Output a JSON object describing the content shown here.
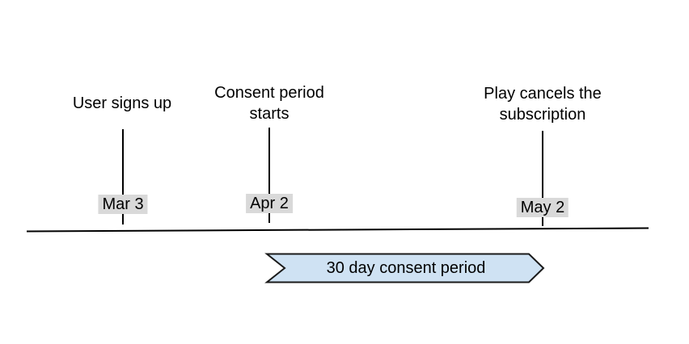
{
  "diagram": {
    "events": [
      {
        "label": "User signs up",
        "date": "Mar 3"
      },
      {
        "label": "Consent period starts",
        "date": "Apr 2"
      },
      {
        "label": "Play cancels the subscription",
        "date": "May 2"
      }
    ],
    "banner": {
      "label": "30 day consent period"
    },
    "colors": {
      "background": "#ffffff",
      "text": "#000000",
      "line": "#000000",
      "date-chip-bg": "#d9d9d9",
      "banner-fill": "#cfe2f3",
      "banner-stroke": "#1a1a1a"
    }
  }
}
